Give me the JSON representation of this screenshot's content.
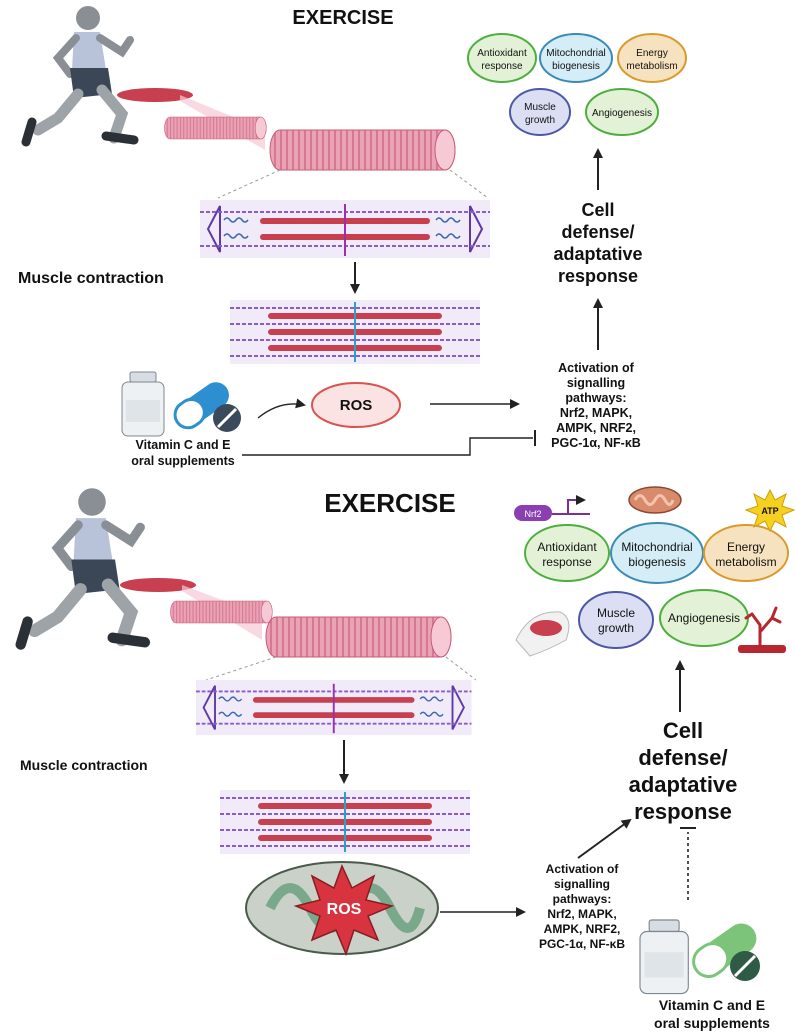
{
  "top": {
    "title": "EXERCISE",
    "contraction_label": "Muscle contraction",
    "ros_label": "ROS",
    "supplement_lines": [
      "Vitamin C and E",
      "oral supplements"
    ],
    "activation_lines": [
      "Activation of",
      "signalling",
      "pathways:",
      "Nrf2, MAPK,",
      "AMPK, NRF2,",
      "PGC-1α, NF-κB"
    ],
    "response_lines": [
      "Cell",
      "defense/",
      "adaptative",
      "response"
    ],
    "outcomes": {
      "antioxidant": [
        "Antioxidant",
        "response"
      ],
      "mito": [
        "Mitochondrial",
        "biogenesis"
      ],
      "energy": [
        "Energy",
        "metabolism"
      ],
      "muscle": [
        "Muscle",
        "growth"
      ],
      "angio": [
        "Angiogenesis"
      ]
    }
  },
  "bottom": {
    "title": "EXERCISE",
    "contraction_label": "Muscle contraction",
    "ros_label": "ROS",
    "supplement_lines": [
      "Vitamin C and E",
      "oral supplements"
    ],
    "activation_lines": [
      "Activation of",
      "signalling",
      "pathways:",
      "Nrf2, MAPK,",
      "AMPK, NRF2,",
      "PGC-1α, NF-κB"
    ],
    "response_lines": [
      "Cell",
      "defense/",
      "adaptative",
      "response"
    ],
    "outcomes": {
      "antioxidant": [
        "Antioxidant",
        "response"
      ],
      "mito": [
        "Mitochondrial",
        "biogenesis"
      ],
      "energy": [
        "Energy",
        "metabolism"
      ],
      "muscle": [
        "Muscle",
        "growth"
      ],
      "angio": [
        "Angiogenesis"
      ]
    },
    "nrf2_tag": "Nrf2",
    "atp_tag": "ATP"
  },
  "colors": {
    "antioxidant": "#e3f2d6",
    "antioxidant_stroke": "#4caf3d",
    "mito": "#d4edf6",
    "mito_stroke": "#3a8bb5",
    "energy": "#f7e2bf",
    "energy_stroke": "#d99a2b",
    "muscle": "#dcdff3",
    "muscle_stroke": "#4b57a8",
    "angio": "#e3f2d6",
    "angio_stroke": "#4caf3d",
    "ros_fill": "#fbe3e3",
    "ros_stroke": "#d9534f",
    "muscle_red": "#c83f4f",
    "fiber_pink": "#e68aa0",
    "sarcomere_purple": "#8b5cc9",
    "pill_blue": "#2e8fd0",
    "pill_green": "#7cc47a"
  }
}
